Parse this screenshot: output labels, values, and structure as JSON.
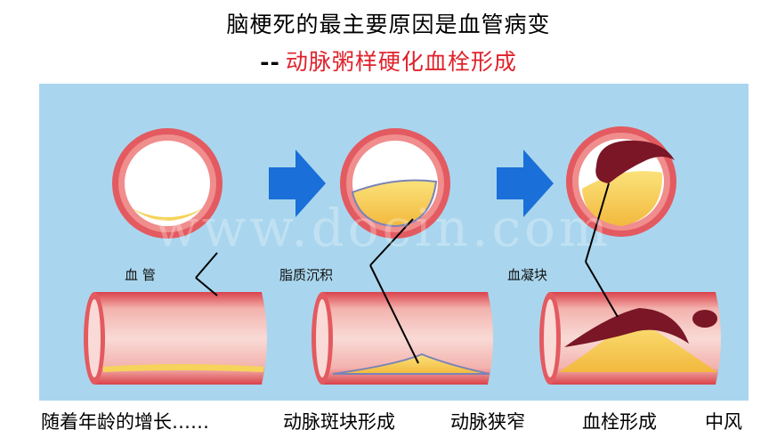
{
  "title": "脑梗死的最主要原因是血管病变",
  "subtitle": {
    "dash": "--",
    "text": "动脉粥样硬化血栓形成"
  },
  "labels": {
    "vessel": "血  管",
    "lipid": "脂质沉积",
    "clot": "血凝块"
  },
  "watermark": "www.docin.com",
  "captions": [
    "随着年龄的增长……",
    "动脉斑块形成",
    "动脉狭窄",
    "血栓形成",
    "中风"
  ],
  "colors": {
    "panel_bg": "#a9d6ee",
    "vessel_wall": "#e9676a",
    "vessel_lumen": "#f8d7d4",
    "plaque": "#f6d35a",
    "clot": "#7a1626",
    "arrow": "#1a6fd8",
    "subtitle_red": "#e0222b"
  },
  "icons": [
    "arrow-right-icon",
    "arrow-right-icon"
  ]
}
